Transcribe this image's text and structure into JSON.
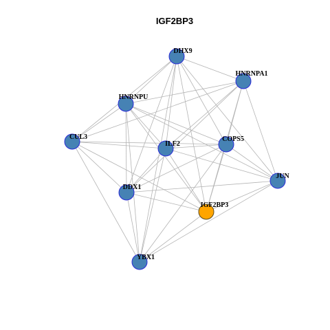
{
  "title": "IGF2BP3",
  "colors": {
    "node_fill": "#4682b4",
    "node_border": "#2b2bd8",
    "focus_fill": "#ffa500",
    "focus_border": "#5a4a20",
    "edge": "#b3b3b3"
  },
  "nodes": [
    {
      "id": "DHX9",
      "label": "DHX9",
      "focus": false
    },
    {
      "id": "HNRNPA1",
      "label": "HNRNPA1",
      "focus": false
    },
    {
      "id": "HNRNPU",
      "label": "HNRNPU",
      "focus": false
    },
    {
      "id": "CUL3",
      "label": "CUL3",
      "focus": false
    },
    {
      "id": "ILF2",
      "label": "ILF2",
      "focus": false
    },
    {
      "id": "COPS5",
      "label": "COPS5",
      "focus": false
    },
    {
      "id": "JUN",
      "label": "JUN",
      "focus": false
    },
    {
      "id": "DDX1",
      "label": "DDX1",
      "focus": false
    },
    {
      "id": "IGF2BP3",
      "label": "IGF2BP3",
      "focus": true
    },
    {
      "id": "YBX1",
      "label": "YBX1",
      "focus": false
    }
  ],
  "edges": [
    [
      "DHX9",
      "HNRNPA1"
    ],
    [
      "DHX9",
      "HNRNPU"
    ],
    [
      "DHX9",
      "ILF2"
    ],
    [
      "DHX9",
      "COPS5"
    ],
    [
      "DHX9",
      "JUN"
    ],
    [
      "DHX9",
      "DDX1"
    ],
    [
      "DHX9",
      "IGF2BP3"
    ],
    [
      "DHX9",
      "YBX1"
    ],
    [
      "DHX9",
      "CUL3"
    ],
    [
      "HNRNPA1",
      "HNRNPU"
    ],
    [
      "HNRNPA1",
      "ILF2"
    ],
    [
      "HNRNPA1",
      "COPS5"
    ],
    [
      "HNRNPA1",
      "JUN"
    ],
    [
      "HNRNPA1",
      "DDX1"
    ],
    [
      "HNRNPA1",
      "IGF2BP3"
    ],
    [
      "HNRNPA1",
      "CUL3"
    ],
    [
      "HNRNPU",
      "CUL3"
    ],
    [
      "HNRNPU",
      "ILF2"
    ],
    [
      "HNRNPU",
      "COPS5"
    ],
    [
      "HNRNPU",
      "JUN"
    ],
    [
      "HNRNPU",
      "DDX1"
    ],
    [
      "HNRNPU",
      "IGF2BP3"
    ],
    [
      "HNRNPU",
      "YBX1"
    ],
    [
      "CUL3",
      "ILF2"
    ],
    [
      "CUL3",
      "COPS5"
    ],
    [
      "CUL3",
      "DDX1"
    ],
    [
      "CUL3",
      "IGF2BP3"
    ],
    [
      "CUL3",
      "YBX1"
    ],
    [
      "ILF2",
      "COPS5"
    ],
    [
      "ILF2",
      "JUN"
    ],
    [
      "ILF2",
      "DDX1"
    ],
    [
      "ILF2",
      "IGF2BP3"
    ],
    [
      "ILF2",
      "YBX1"
    ],
    [
      "COPS5",
      "JUN"
    ],
    [
      "COPS5",
      "DDX1"
    ],
    [
      "COPS5",
      "IGF2BP3"
    ],
    [
      "COPS5",
      "YBX1"
    ],
    [
      "JUN",
      "DDX1"
    ],
    [
      "JUN",
      "IGF2BP3"
    ],
    [
      "JUN",
      "YBX1"
    ],
    [
      "DDX1",
      "IGF2BP3"
    ],
    [
      "DDX1",
      "YBX1"
    ],
    [
      "IGF2BP3",
      "YBX1"
    ]
  ]
}
